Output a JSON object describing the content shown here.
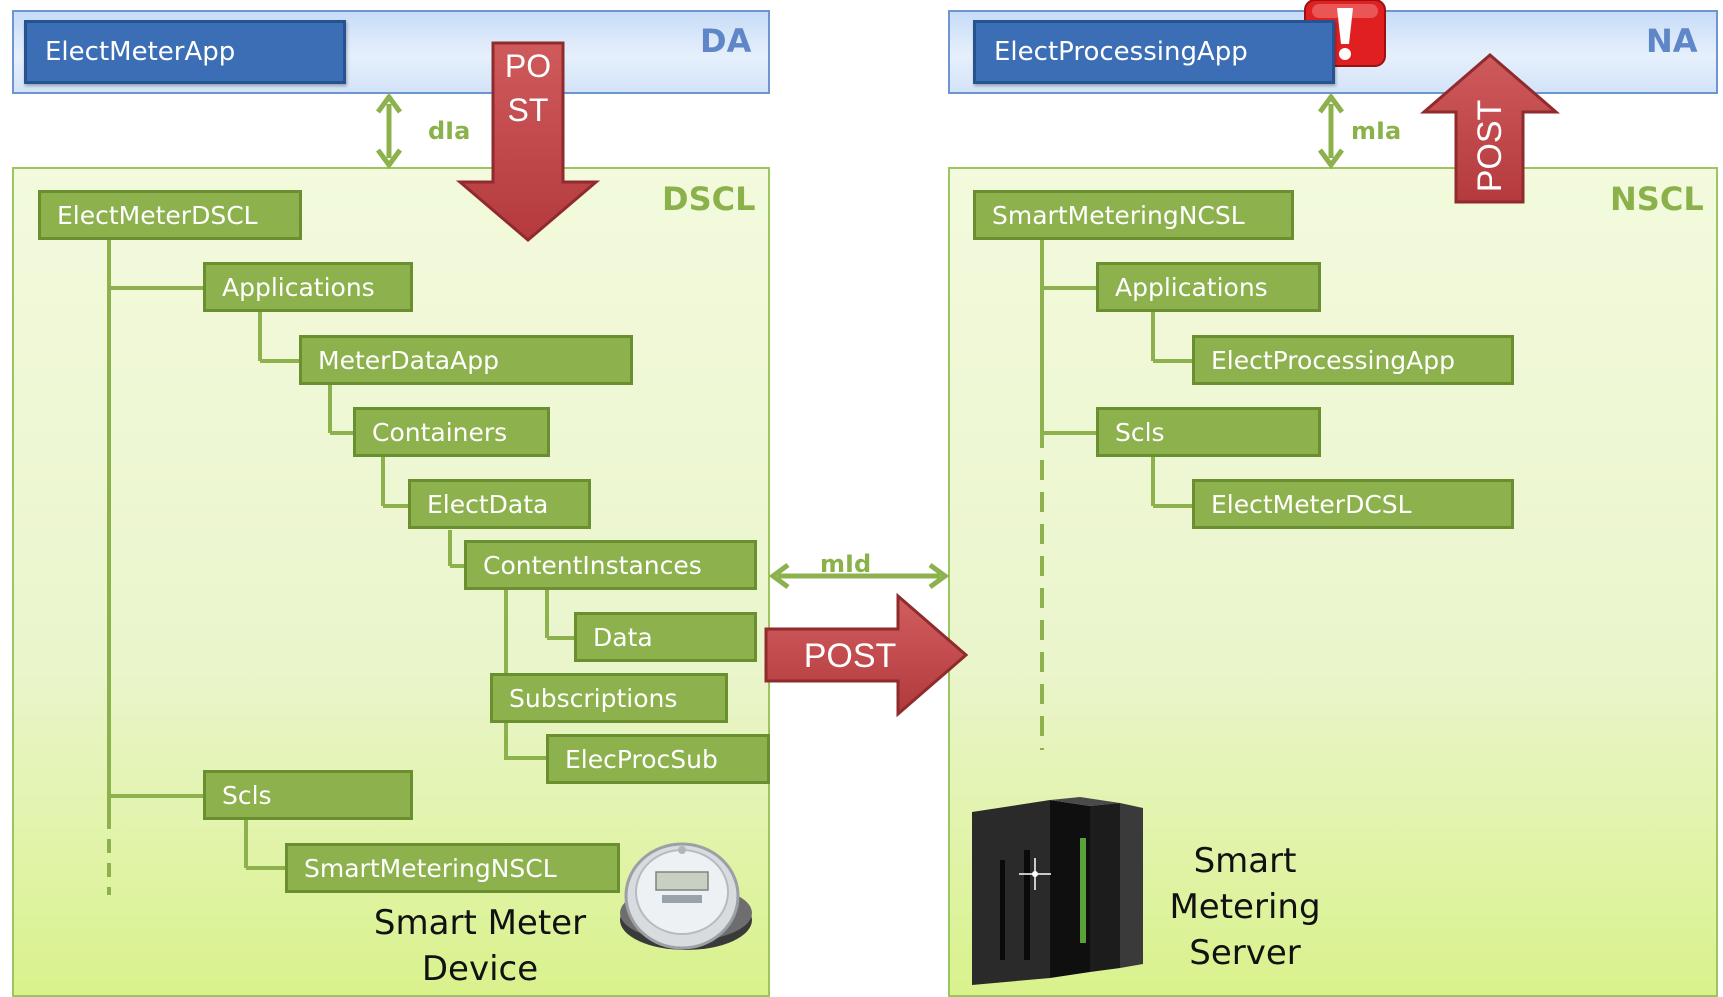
{
  "left": {
    "domain_label": "DA",
    "app_label": "ElectMeterApp",
    "interface_label": "dIa",
    "panel_label": "DSCL",
    "post_label": "POST",
    "tree": {
      "root": "ElectMeterDSCL",
      "applications": "Applications",
      "meter_data_app": "MeterDataApp",
      "containers": "Containers",
      "elect_data": "ElectData",
      "content_instances": "ContentInstances",
      "data": "Data",
      "subscriptions": "Subscriptions",
      "elec_proc_sub": "ElecProcSub",
      "scls": "Scls",
      "smart_metering_nscl": "SmartMeteringNSCL"
    },
    "device_caption_line1": "Smart Meter",
    "device_caption_line2": "Device"
  },
  "middle": {
    "interface_label": "mId",
    "post_label": "POST"
  },
  "right": {
    "domain_label": "NA",
    "app_label": "ElectProcessingApp",
    "interface_label": "mIa",
    "panel_label": "NSCL",
    "post_label": "POST",
    "tree": {
      "root": "SmartMeteringNCSL",
      "applications": "Applications",
      "elect_processing_app": "ElectProcessingApp",
      "scls": "Scls",
      "elect_meter_dcsl": "ElectMeterDCSL"
    },
    "server_caption_line1": "Smart",
    "server_caption_line2": "Metering",
    "server_caption_line3": "Server"
  },
  "colors": {
    "node_fill": "#8db14d",
    "post_arrow": "#c0474a",
    "connector_green": "#8db14d",
    "app_blue": "#3b6eb4",
    "alert_red": "#e02020"
  },
  "icons": {
    "alert": "exclamation-alert-icon",
    "meter": "smart-meter-icon",
    "server": "server-rack-icon"
  }
}
